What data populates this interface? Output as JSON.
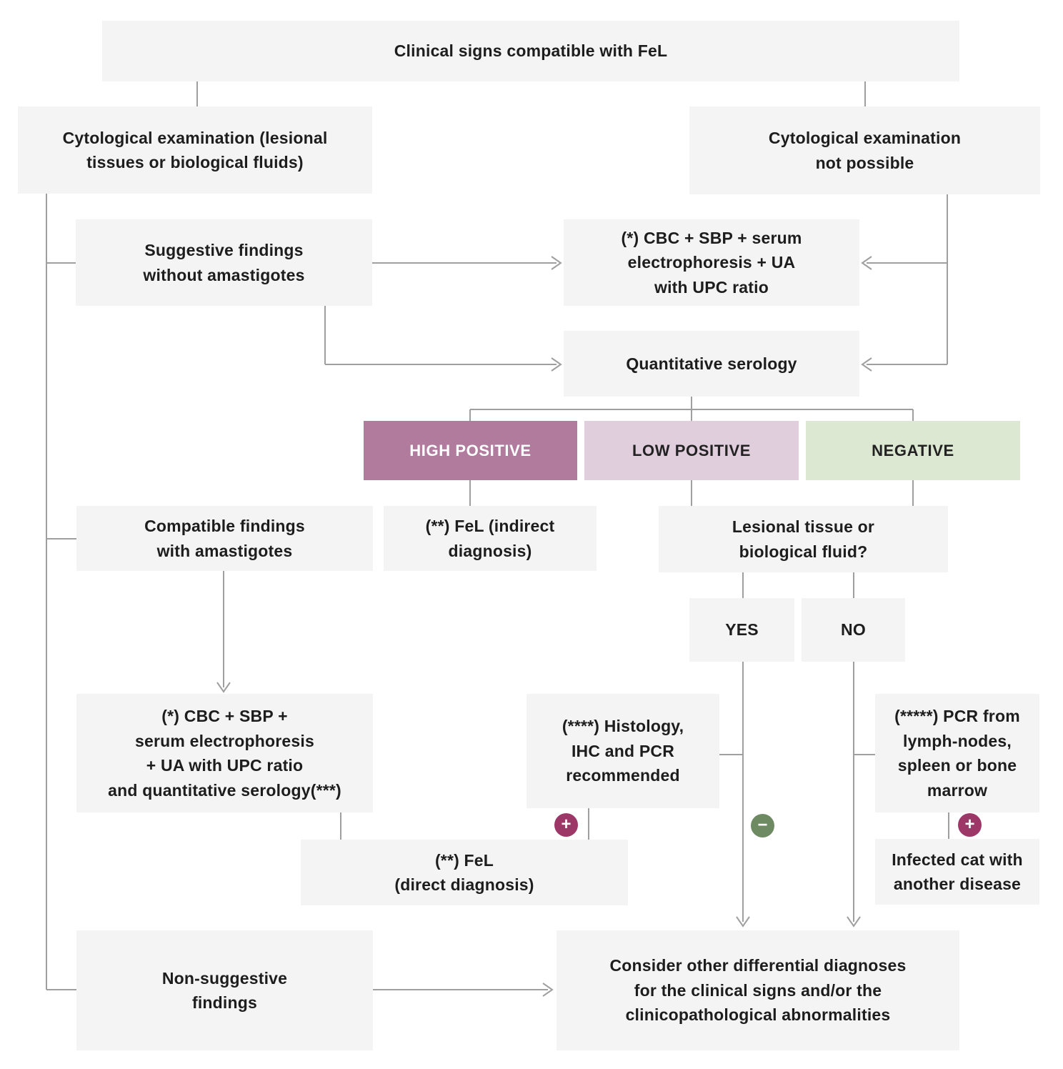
{
  "palette": {
    "background": "#ffffff",
    "box_bg": "#f4f4f4",
    "line": "#9f9f9f",
    "text": "#1d1d1d",
    "high_positive_bg": "#b17b9e",
    "high_positive_text": "#ffffff",
    "low_positive_bg": "#e0cedd",
    "negative_bg": "#dde8d3",
    "plus_badge": "#9d3768",
    "minus_badge": "#6d8a62"
  },
  "nodes": {
    "clinical": {
      "label": "Clinical signs compatible with FeL"
    },
    "cyto_possible": {
      "label": "Cytological examination (lesional\ntissues or biological fluids)"
    },
    "cyto_not_possible": {
      "label": "Cytological examination\nnot possible"
    },
    "suggestive": {
      "label": "Suggestive findings\nwithout amastigotes"
    },
    "cbc_top": {
      "label": "(*) CBC + SBP + serum\nelectrophoresis + UA\nwith UPC ratio"
    },
    "serology": {
      "label": "Quantitative serology"
    },
    "high_positive": {
      "label": "HIGH POSITIVE"
    },
    "low_positive": {
      "label": "LOW POSITIVE"
    },
    "negative": {
      "label": "NEGATIVE"
    },
    "compatible": {
      "label": "Compatible findings\nwith amastigotes"
    },
    "fel_indirect": {
      "label": "(**) FeL (indirect\ndiagnosis)"
    },
    "lesional": {
      "label": "Lesional tissue or\nbiological fluid?"
    },
    "yes": {
      "label": "YES"
    },
    "no": {
      "label": "NO"
    },
    "cbc_serology": {
      "label": "(*) CBC + SBP +\nserum electrophoresis\n+ UA with UPC ratio\nand quantitative serology(***)"
    },
    "histology": {
      "label": "(****) Histology,\nIHC and PCR\nrecommended"
    },
    "pcr": {
      "label": "(*****) PCR from\nlymph-nodes,\nspleen or bone\nmarrow"
    },
    "fel_direct": {
      "label": "(**) FeL\n(direct diagnosis)"
    },
    "infected": {
      "label": "Infected cat with\nanother disease"
    },
    "non_suggestive": {
      "label": "Non-suggestive\nfindings"
    },
    "consider": {
      "label": "Consider other differential diagnoses\nfor the clinical signs and/or the\nclinicopathological abnormalities"
    }
  },
  "icons": {
    "plus_glyph": "+",
    "minus_glyph": "−"
  }
}
